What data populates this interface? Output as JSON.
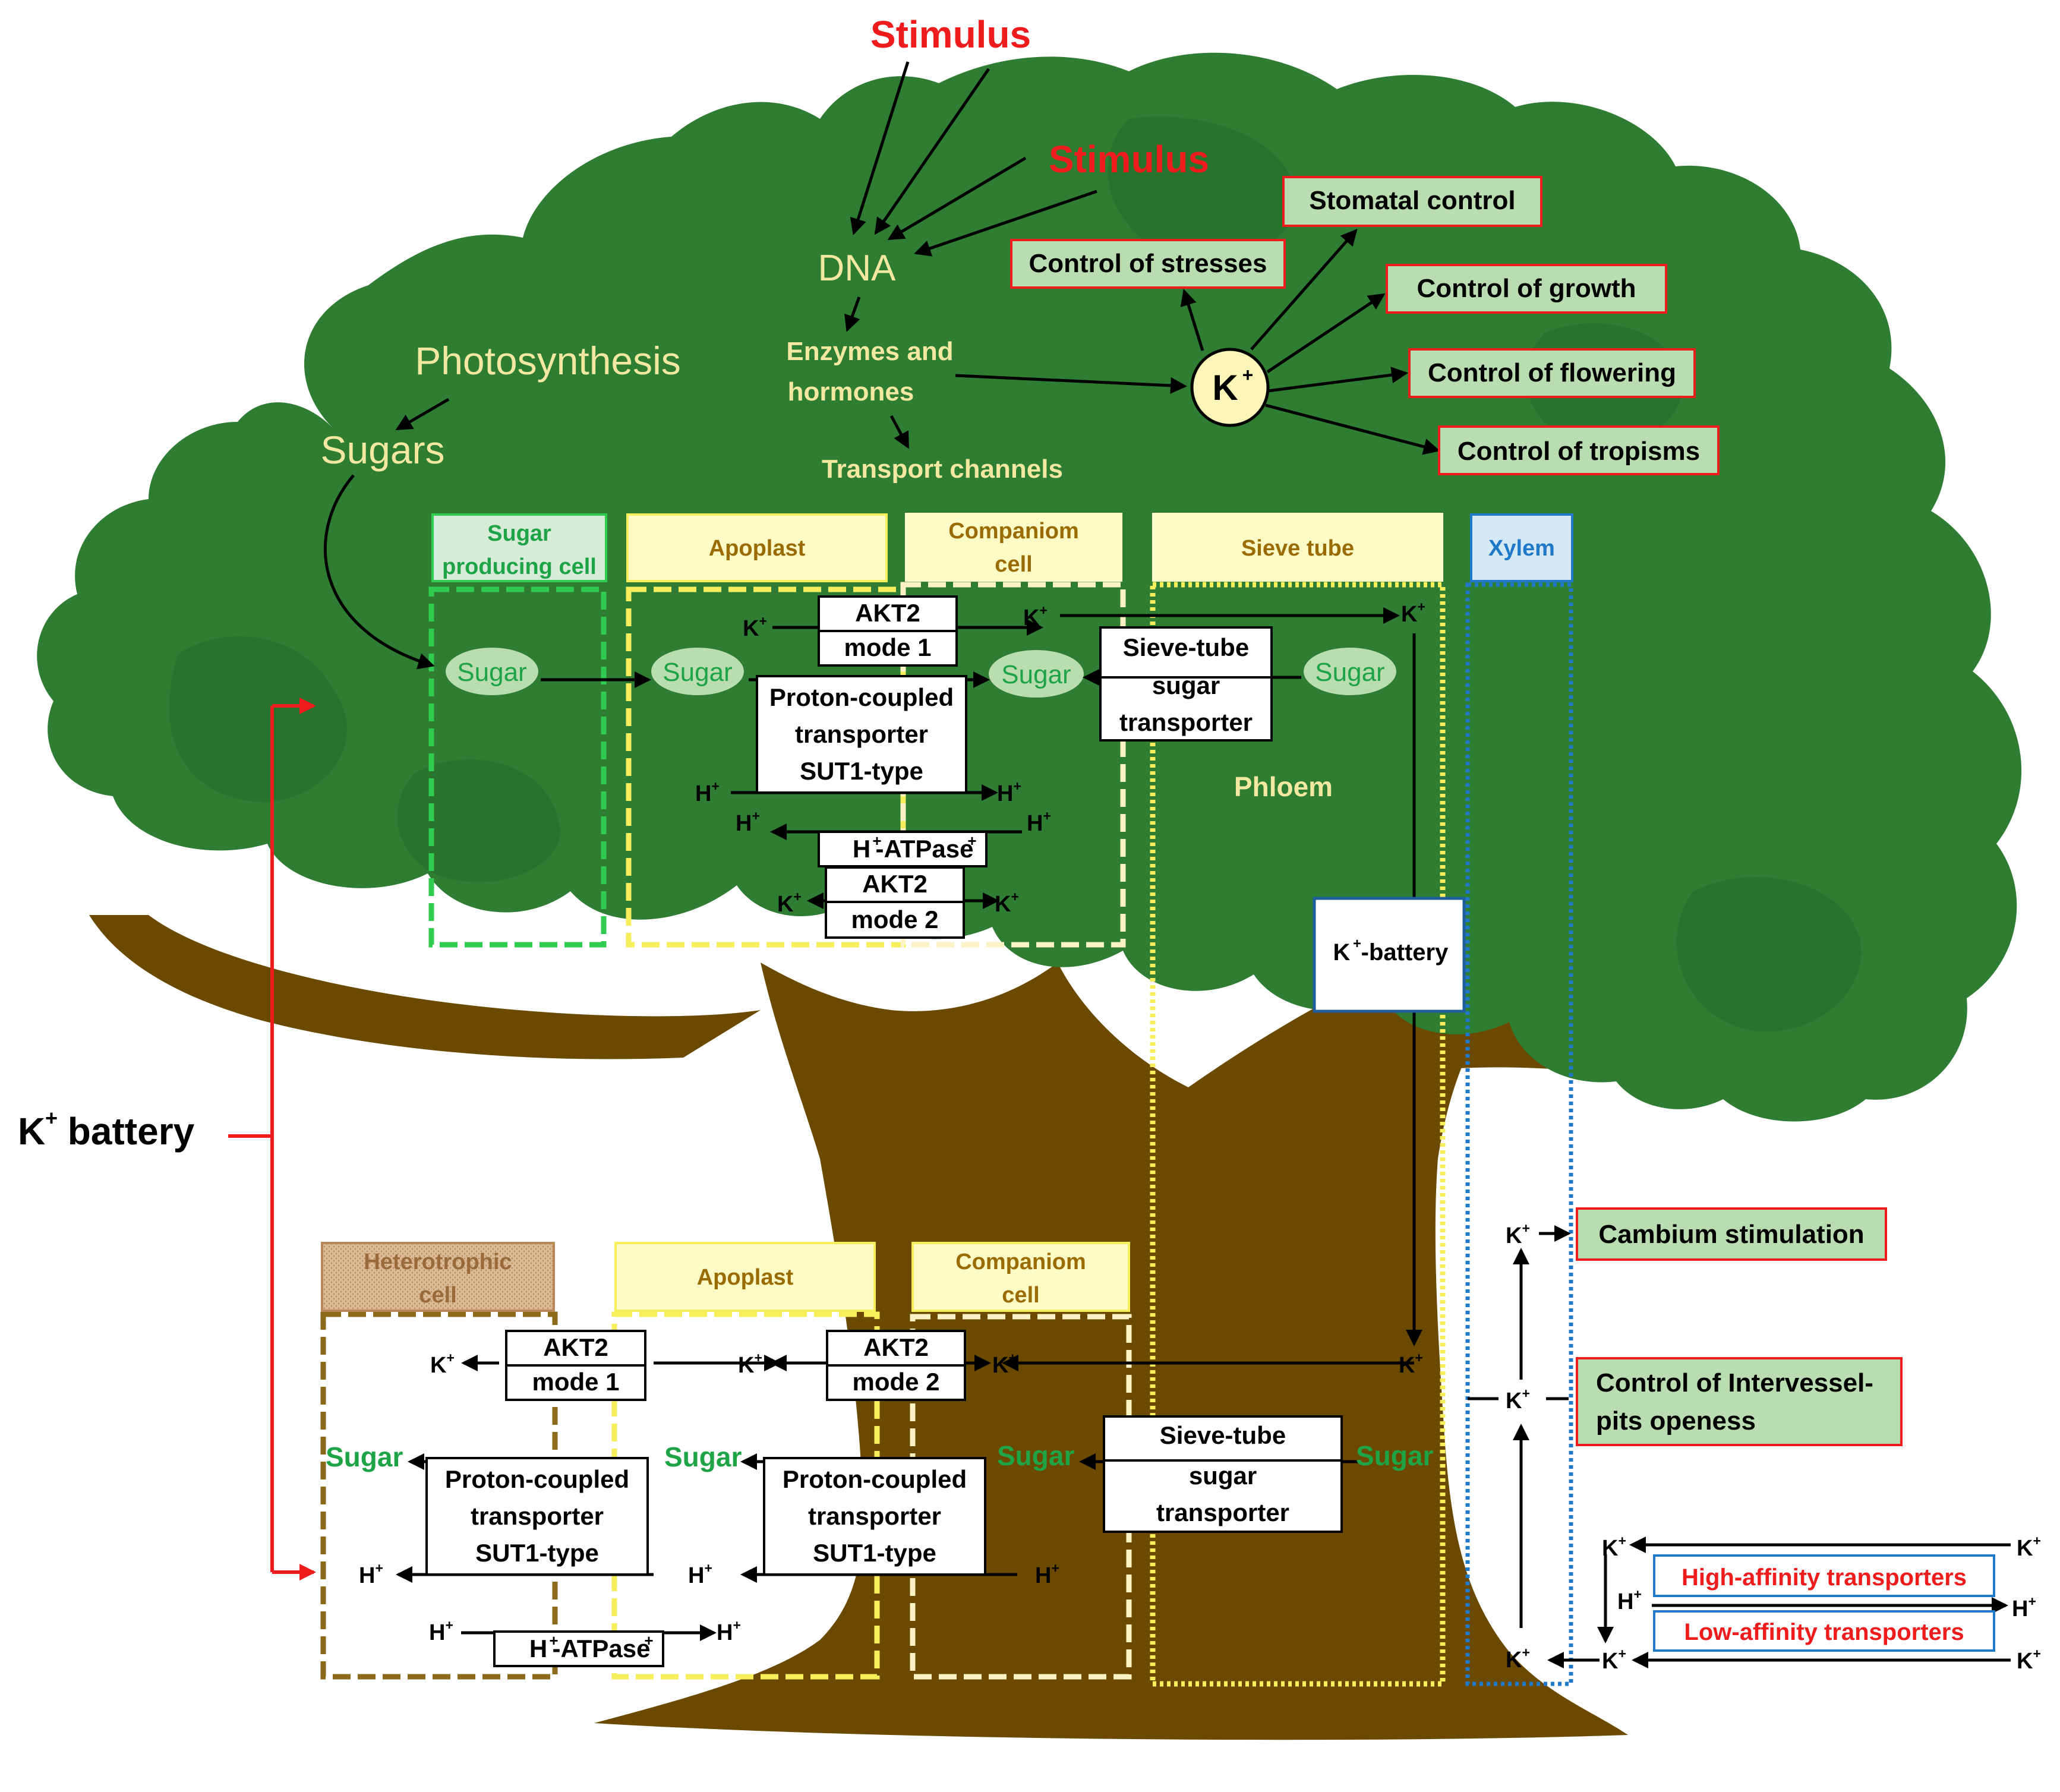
{
  "top": {
    "stimulus_1": "Stimulus",
    "stimulus_2": "Stimulus",
    "dna": "DNA",
    "photosynthesis": "Photosynthesis",
    "sugars": "Sugars",
    "enzymes_line1": "Enzymes and",
    "enzymes_line2": "hormones",
    "transport_channels": "Transport channels",
    "k_center": "K",
    "k_sup": "+"
  },
  "controls": {
    "stomatal": "Stomatal control",
    "stresses": "Control of stresses",
    "growth": "Control of growth",
    "flowering": "Control of flowering",
    "tropisms": "Control of tropisms"
  },
  "upper_headers": {
    "sugar_cell_line1": "Sugar",
    "sugar_cell_line2": "producing cell",
    "apoplast": "Apoplast",
    "companion_line1": "Companiom",
    "companion_line2": "cell",
    "sieve_tube": "Sieve tube",
    "xylem": "Xylem"
  },
  "upper_content": {
    "sugar": "Sugar",
    "akt2": "AKT2",
    "mode1": "mode 1",
    "mode2": "mode 2",
    "proton_line1": "Proton-coupled",
    "proton_line2": "transporter",
    "proton_line3": "SUT1-type",
    "atpase": "H",
    "atpase_sup1": "+",
    "atpase_rest": "-ATPase",
    "atpase_sup2": "+",
    "sieve_line1": "Sieve-tube",
    "sieve_line2": "sugar",
    "sieve_line3": "transporter",
    "phloem": "Phloem",
    "k_battery_box": "-battery",
    "k": "K",
    "h": "H",
    "plus": "+"
  },
  "left": {
    "k_battery_k": "K",
    "k_battery_sup": "+",
    "k_battery_text": " battery"
  },
  "lower_headers": {
    "hetero_line1": "Heterotrophic",
    "hetero_line2": "cell",
    "apoplast": "Apoplast",
    "companion_line1": "Companiom",
    "companion_line2": "cell"
  },
  "right": {
    "cambium": "Cambium stimulation",
    "intervessel_line1": "Control of Intervessel-",
    "intervessel_line2": "pits openess",
    "high_affinity": "High-affinity transporters",
    "low_affinity": "Low-affinity transporters"
  },
  "colors": {
    "canopy": "#2e7d32",
    "trunk": "#6b4a00",
    "label_yellow": "#f3e8a0",
    "sugar_green": "#1fa347",
    "red": "#ee1c1c",
    "control_fill": "#b9ddb0",
    "xylem_blue": "#1f78c8"
  }
}
